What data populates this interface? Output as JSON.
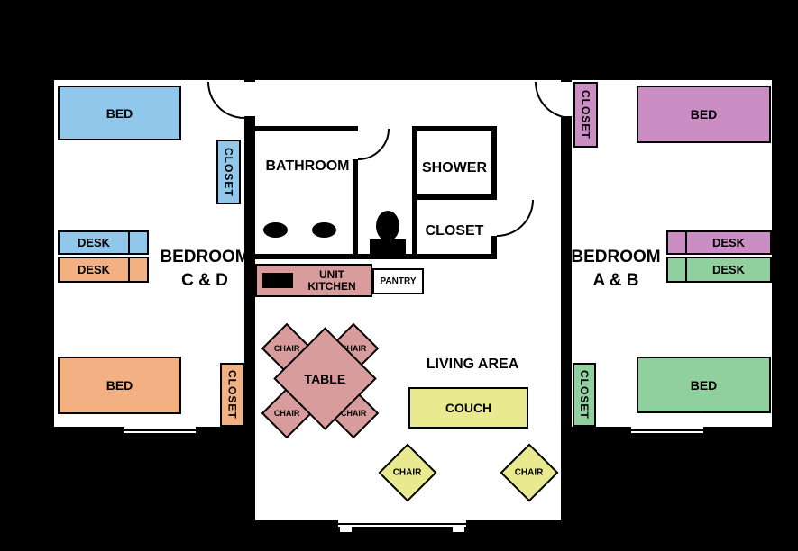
{
  "colors": {
    "blue": "#92C7EC",
    "orange": "#F3B183",
    "magenta": "#CB8EC4",
    "green": "#90CF9E",
    "rose": "#D99C9C",
    "yellow": "#E9E98F",
    "wall": "#000000",
    "floor": "#FFFFFF"
  },
  "bedroom_cd": {
    "title_line1": "BEDROOM",
    "title_line2": "C & D",
    "bed_top": "BED",
    "bed_bottom": "BED",
    "desk_top": "DESK",
    "desk_bottom": "DESK",
    "closet_top": "CLOSET",
    "closet_bottom": "CLOSET"
  },
  "bedroom_ab": {
    "title_line1": "BEDROOM",
    "title_line2": "A & B",
    "bed_top": "BED",
    "bed_bottom": "BED",
    "desk_top": "DESK",
    "desk_bottom": "DESK",
    "closet_top": "CLOSET",
    "closet_bottom": "CLOSET"
  },
  "bathroom": {
    "title": "BATHROOM"
  },
  "shower": {
    "title": "SHOWER"
  },
  "hall_closet": {
    "title": "CLOSET"
  },
  "kitchen": {
    "line1": "UNIT",
    "line2": "KITCHEN"
  },
  "pantry": {
    "label": "PANTRY"
  },
  "dining": {
    "table": "TABLE",
    "chairs": [
      "CHAIR",
      "CHAIR",
      "CHAIR",
      "CHAIR"
    ]
  },
  "living": {
    "title": "LIVING AREA",
    "couch": "COUCH",
    "chairs": [
      "CHAIR",
      "CHAIR"
    ]
  }
}
